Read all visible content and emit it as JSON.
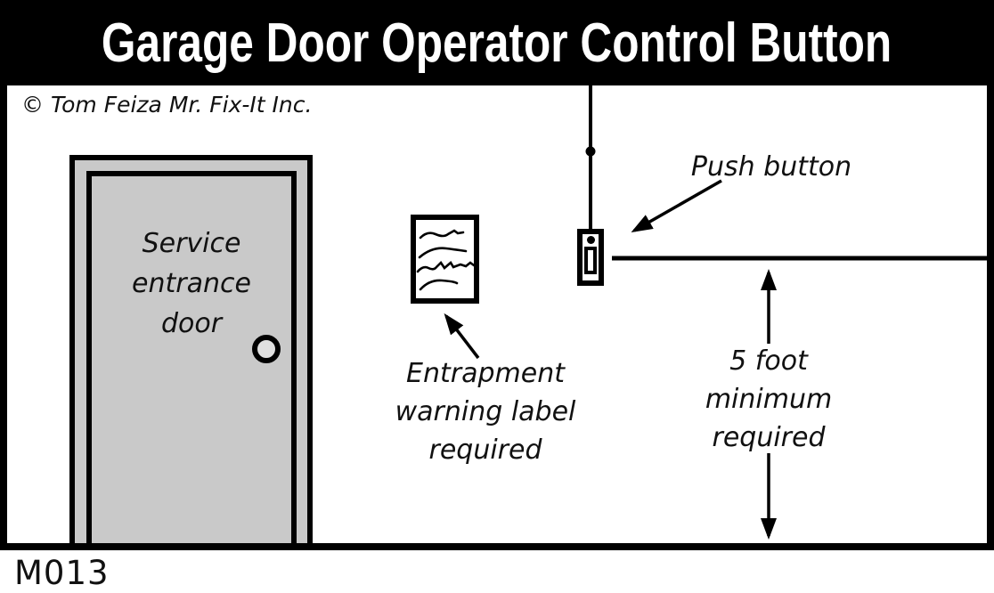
{
  "title_bar": {
    "title": "Garage Door Operator Control Button"
  },
  "canvas": {
    "copyright": "© Tom Feiza Mr. Fix-It Inc.",
    "door_label": [
      "Service",
      "entrance",
      "door"
    ],
    "entrapment_label": [
      "Entrapment",
      "warning label",
      "required"
    ],
    "push_button_label": "Push button",
    "clearance_label": [
      "5 foot",
      "minimum",
      "required"
    ]
  },
  "footer": {
    "code": "M013"
  },
  "colors": {
    "title_bg": "#000000",
    "title_fg": "#ffffff",
    "ink": "#000000",
    "door_fill": "#c9c9c9",
    "knob_fill": "#e0e0e0",
    "background": "#ffffff"
  }
}
